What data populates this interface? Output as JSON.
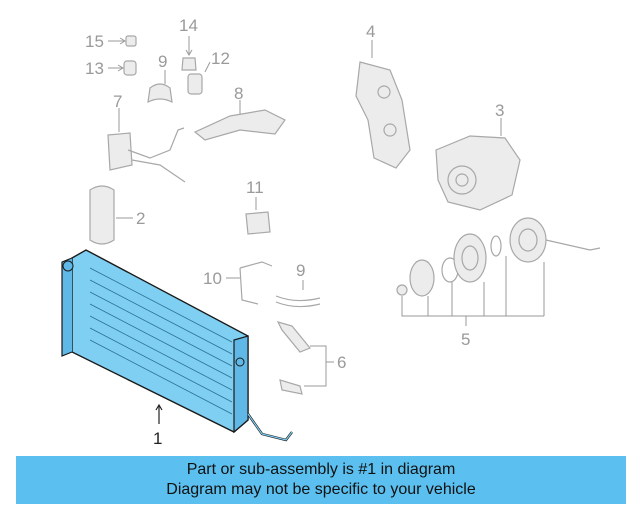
{
  "callouts": {
    "c1": "1",
    "c2": "2",
    "c3": "3",
    "c4": "4",
    "c5": "5",
    "c6": "6",
    "c7": "7",
    "c8": "8",
    "c9a": "9",
    "c9b": "9",
    "c10": "10",
    "c11": "11",
    "c12": "12",
    "c13": "13",
    "c14": "14",
    "c15": "15"
  },
  "banner": {
    "line1": "Part or sub-assembly is #1 in diagram",
    "line2": "Diagram may not be specific to your vehicle"
  },
  "colors": {
    "highlight": "#5bc0f0",
    "condenser_fill": "#7fcff3",
    "ghost_stroke": "#a8a8a8"
  }
}
